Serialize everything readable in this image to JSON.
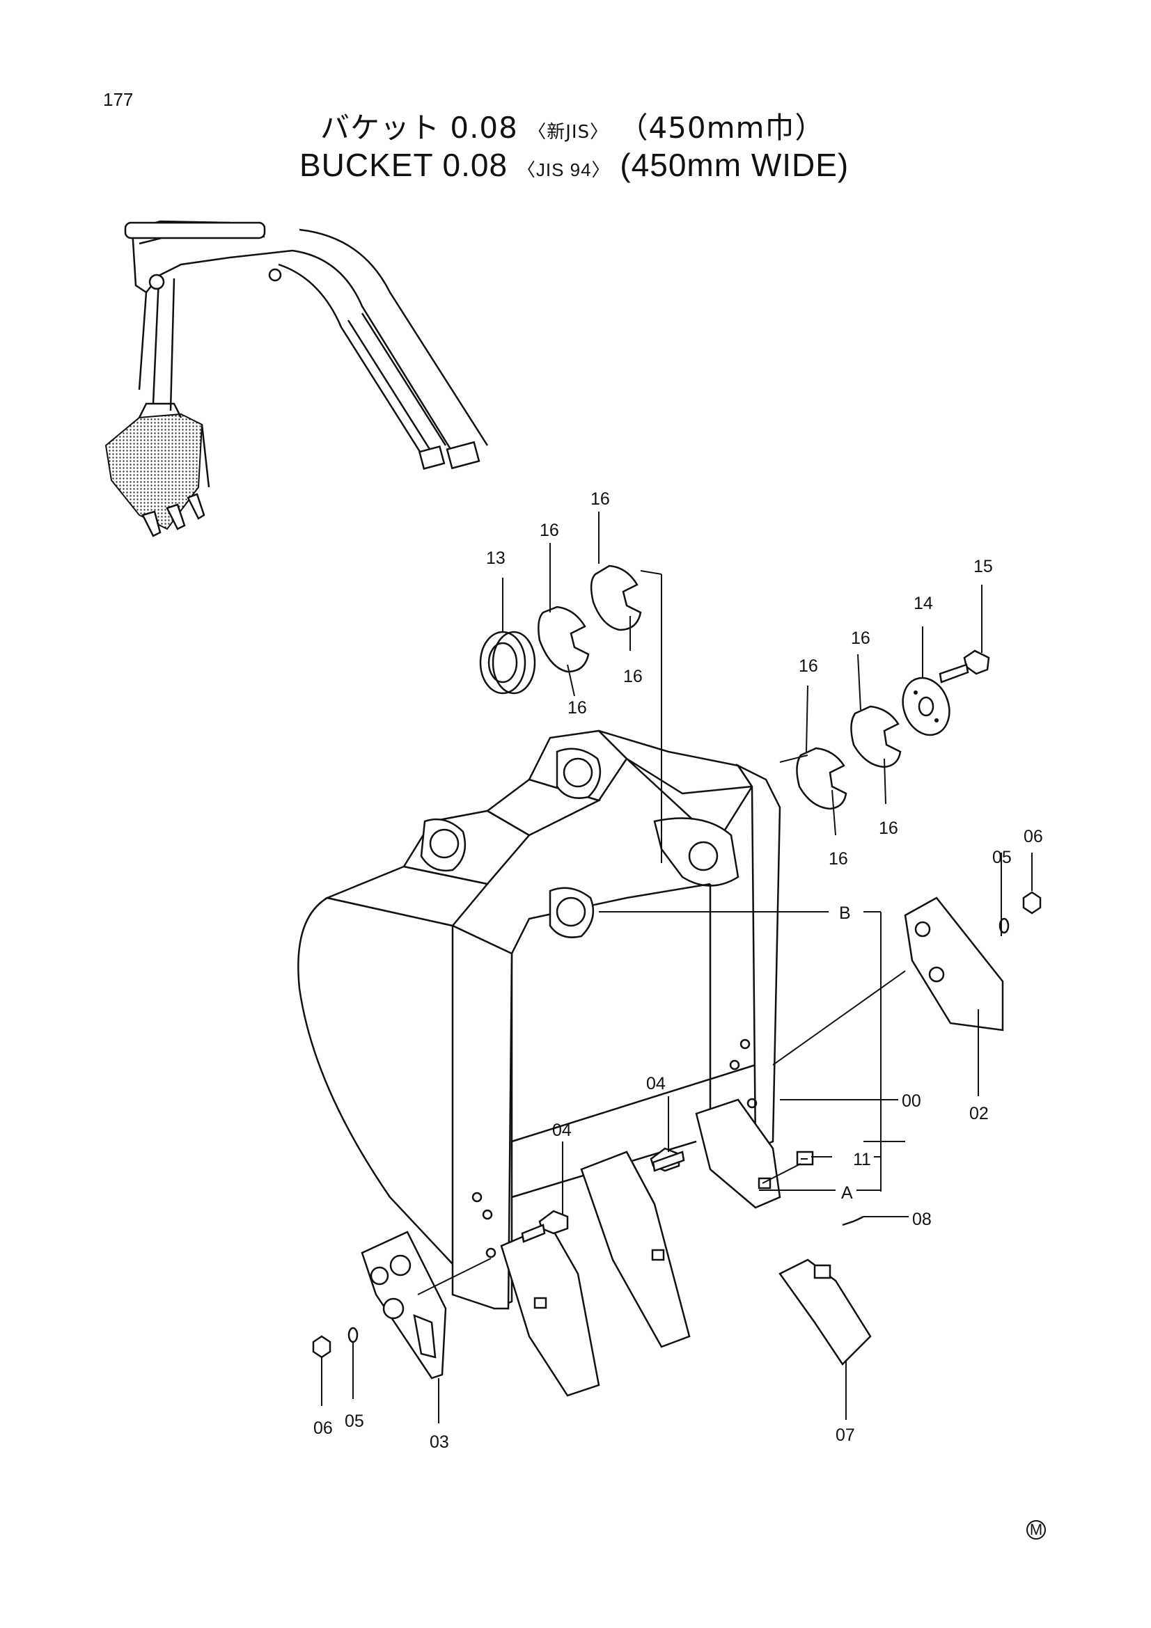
{
  "page_number": "177",
  "title_ja": {
    "main": "バケット 0.08",
    "standard": "〈新JIS〉",
    "width": "（450mm巾）"
  },
  "title_en": {
    "main": "BUCKET 0.08",
    "standard": "〈JIS 94〉",
    "width": "(450mm WIDE)"
  },
  "labels": {
    "p00": "00",
    "p02": "02",
    "p03": "03",
    "p04a": "04",
    "p04b": "04",
    "p05a": "05",
    "p05b": "05",
    "p06a": "06",
    "p06b": "06",
    "p07": "07",
    "p08": "08",
    "p11": "11",
    "p13": "13",
    "p14": "14",
    "p15": "15",
    "p16a": "16",
    "p16b": "16",
    "p16c": "16",
    "p16d": "16",
    "p16e": "16",
    "p16f": "16",
    "p16g": "16",
    "p16h": "16",
    "refA": "A",
    "refB": "B"
  },
  "corner_mark": "M"
}
